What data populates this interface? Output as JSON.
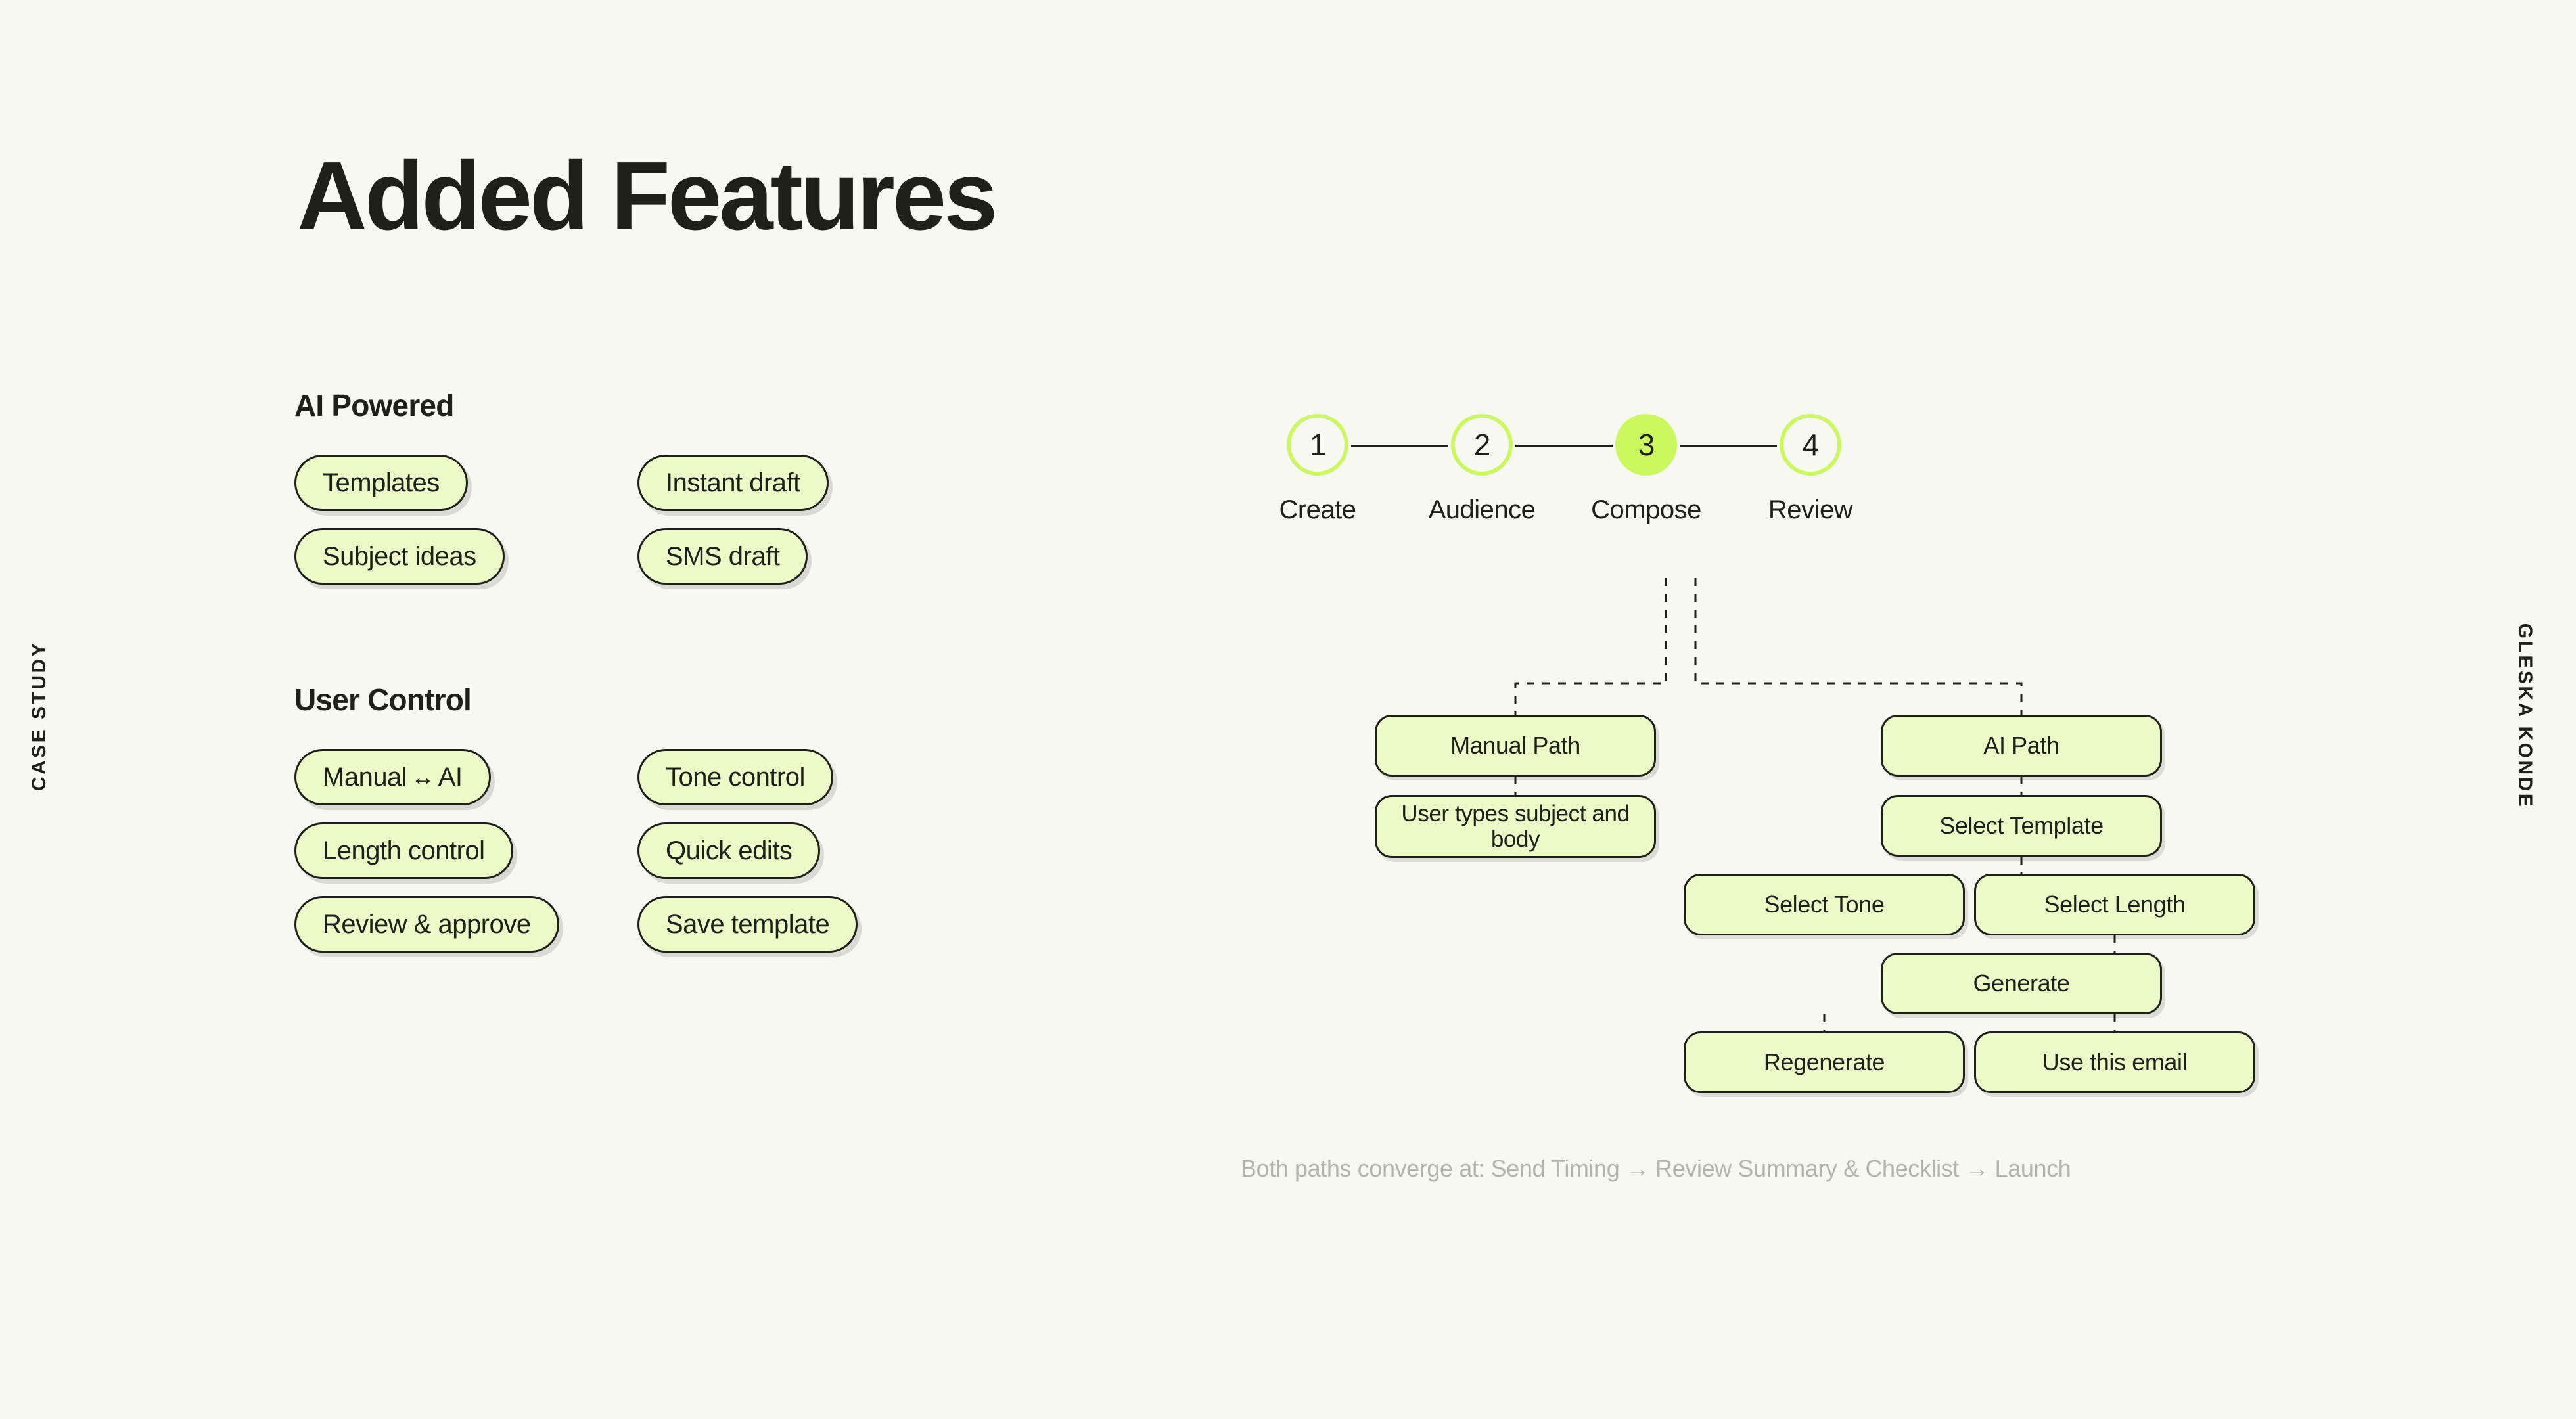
{
  "background_color": "#F7F8F2",
  "accent_color": "#CBF95D",
  "pill_fill_color": "#EBFAC6",
  "ink_color": "#1F2019",
  "rails": {
    "left_label": "CASE STUDY",
    "right_label": "GLESKA KONDE"
  },
  "title": "Added Features",
  "groups": [
    {
      "heading": "AI Powered",
      "pills": [
        "Templates",
        "Instant draft",
        "Subject ideas",
        "SMS draft"
      ]
    },
    {
      "heading": "User Control",
      "pills_row1": [
        "Manual",
        "AI"
      ],
      "arrow_glyph": "↔",
      "pills": [
        "Tone control",
        "Length control",
        "Quick edits",
        "Review & approve",
        "Save template"
      ]
    }
  ],
  "stepper": {
    "steps": [
      {
        "number": "1",
        "label": "Create",
        "active": false
      },
      {
        "number": "2",
        "label": "Audience",
        "active": false
      },
      {
        "number": "3",
        "label": "Compose",
        "active": true
      },
      {
        "number": "4",
        "label": "Review",
        "active": false
      }
    ]
  },
  "flow": {
    "nodes": {
      "manual_path": "Manual Path",
      "user_types": "User types subject and body",
      "ai_path": "AI Path",
      "select_template": "Select Template",
      "select_tone": "Select Tone",
      "select_length": "Select Length",
      "generate": "Generate",
      "regenerate": "Regenerate",
      "use_this_email": "Use this email"
    }
  },
  "footnote": "Both paths converge at: Send Timing → Review Summary & Checklist → Launch"
}
